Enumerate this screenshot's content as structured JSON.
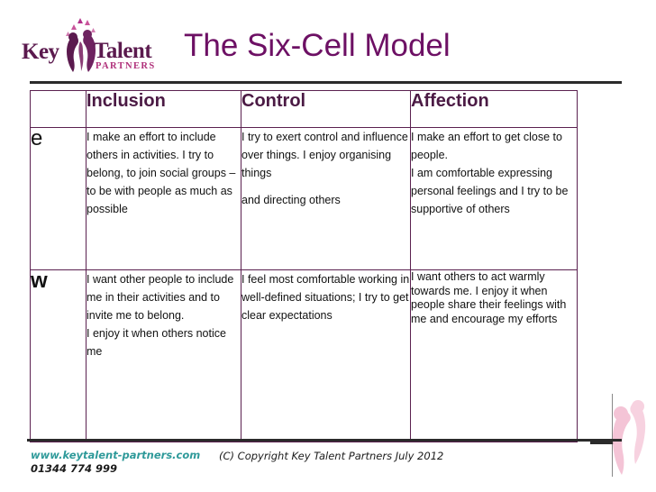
{
  "brand": {
    "logo": {
      "key": "Key",
      "talent": "Talent",
      "partners": "PARTNERS",
      "figure_icon": "people-figure-icon",
      "color_primary": "#5b1a4e",
      "color_partners": "#b0307a"
    }
  },
  "header": {
    "title": "The Six-Cell Model",
    "title_color": "#6d1064"
  },
  "table": {
    "row_label_header": "",
    "columns": [
      "Inclusion",
      "Control",
      "Affection"
    ],
    "rows": [
      {
        "label": "e",
        "label_bold": false,
        "cells": [
          {
            "paragraphs": [
              "I make an effort to include others in activities. I try to belong, to join social groups – to be with people as much as possible"
            ]
          },
          {
            "paragraphs": [
              "I try to exert control and influence over things. I enjoy organising things",
              "and directing others"
            ]
          },
          {
            "paragraphs": [
              "I make an effort to get close to people.",
              "I am comfortable expressing personal feelings and I try to be supportive of others"
            ]
          }
        ]
      },
      {
        "label": "w",
        "label_bold": true,
        "cells": [
          {
            "paragraphs": [
              "I want other people to include me in their activities and to invite me to belong.",
              "I enjoy it when others notice me"
            ]
          },
          {
            "paragraphs": [
              "I feel most comfortable working in well-defined situations; I try to get clear expectations"
            ]
          },
          {
            "paragraphs": [
              "I want others to act warmly towards me. I enjoy it when people share their feelings with me and encourage my efforts"
            ]
          }
        ]
      }
    ]
  },
  "footer": {
    "website": "www.keytalent-partners.com",
    "website_color": "#2f9a9a",
    "phone": "01344 774 999",
    "copyright": "(C) Copyright Key Talent Partners July 2012"
  },
  "watermark": {
    "icon": "people-figure-watermark-icon",
    "color": "#f3c2d4"
  }
}
